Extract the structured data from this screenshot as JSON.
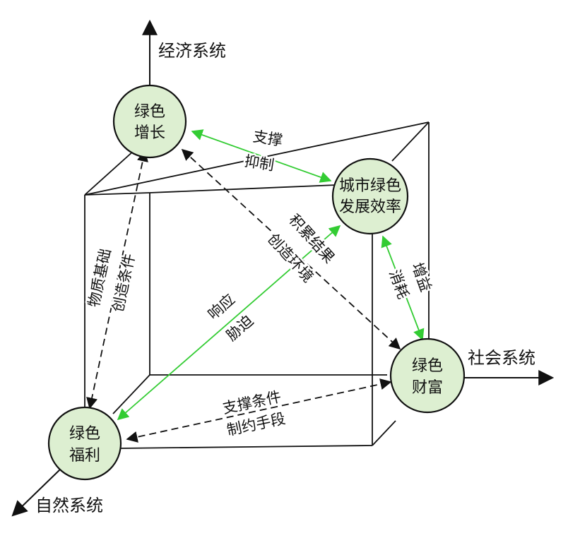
{
  "axes": {
    "economic": "经济系统",
    "social": "社会系统",
    "natural": "自然系统"
  },
  "nodes": {
    "green_growth": [
      "绿色",
      "增长"
    ],
    "urban_efficiency": [
      "城市绿色",
      "发展效率"
    ],
    "green_wealth": [
      "绿色",
      "财富"
    ],
    "green_welfare": [
      "绿色",
      "福利"
    ]
  },
  "edges": {
    "growth_efficiency": [
      "支撑",
      "抑制"
    ],
    "growth_wealth": [
      "积累结果",
      "创造环境"
    ],
    "efficiency_wealth": [
      "增益",
      "消耗"
    ],
    "growth_welfare": [
      "物质基础",
      "创造条件"
    ],
    "welfare_efficiency": [
      "响应",
      "胁迫"
    ],
    "welfare_wealth": [
      "支撑条件",
      "制约手段"
    ]
  },
  "colors": {
    "node_fill": "#ddefd1",
    "green_arrow": "#33cc33",
    "line": "#111111"
  }
}
